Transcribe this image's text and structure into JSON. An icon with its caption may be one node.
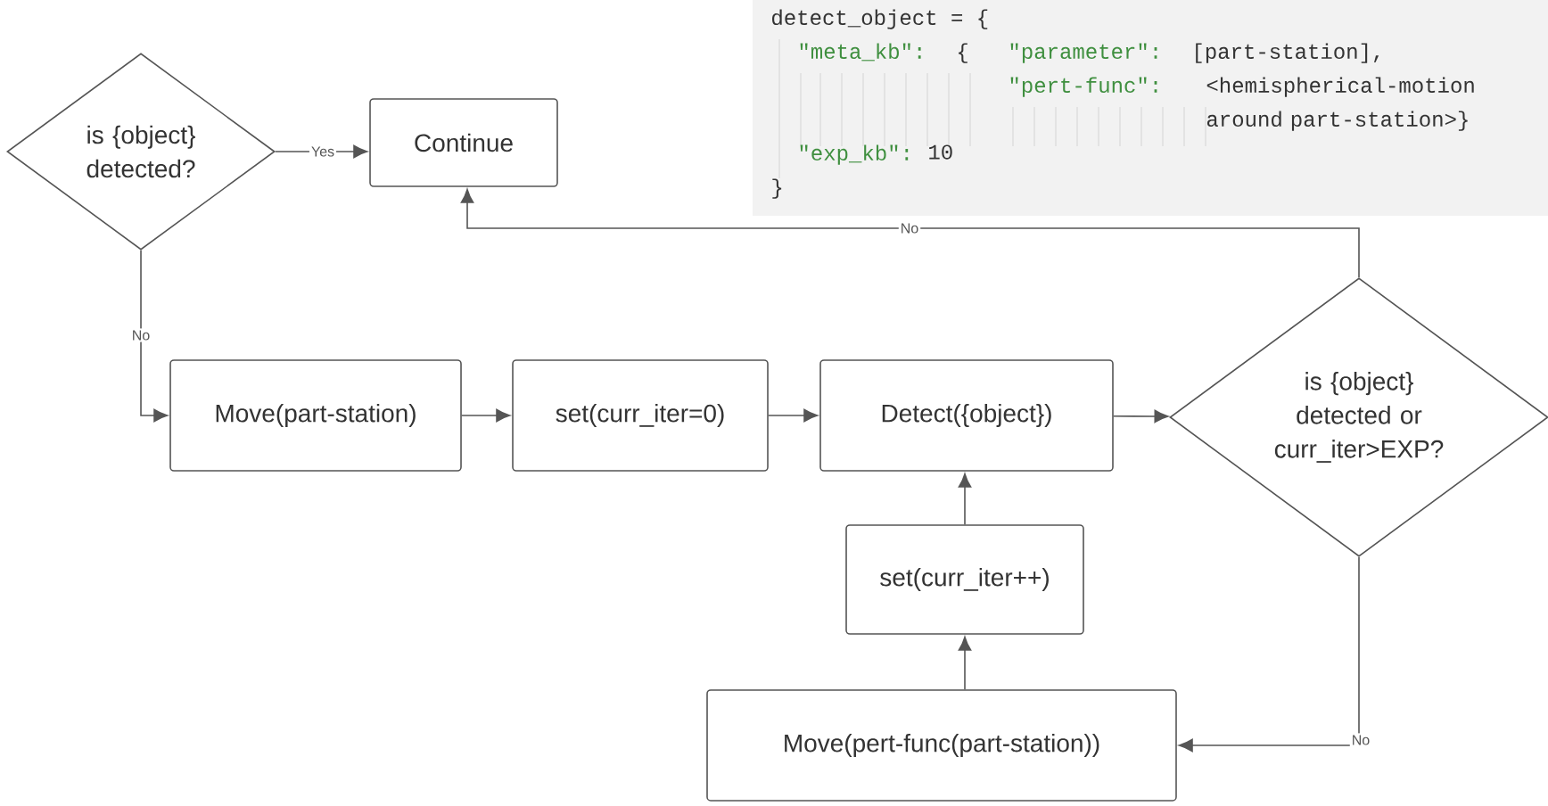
{
  "diagram": {
    "nodes": [
      {
        "text": [
          "is {object} detected?"
        ]
      },
      {
        "text": [
          "Continue"
        ]
      },
      {
        "text": [
          "Move(part-station)"
        ]
      },
      {
        "text": [
          "set(curr_iter=0)"
        ]
      },
      {
        "text": [
          "Detect({object})"
        ]
      },
      {
        "text": [
          "is {object} detected or curr_iter>EXP?"
        ]
      },
      {
        "text": [
          "set(curr_iter++)"
        ]
      },
      {
        "text": [
          "Move(pert-func(part-station))"
        ]
      }
    ],
    "edges": [
      {
        "from": 0,
        "to": 1,
        "arrow": "to",
        "label": "Yes"
      },
      {
        "from": 0,
        "to": 2,
        "arrow": "to",
        "label": "No"
      },
      {
        "from": 2,
        "to": 3,
        "arrow": "to"
      },
      {
        "from": 3,
        "to": 4,
        "arrow": "to"
      },
      {
        "from": 4,
        "to": 5,
        "arrow": "to"
      },
      {
        "from": 5,
        "to": 1,
        "arrow": "to",
        "label": "No"
      },
      {
        "from": 5,
        "to": 7,
        "arrow": "to",
        "label": "No"
      },
      {
        "from": 7,
        "to": 6,
        "arrow": "to"
      },
      {
        "from": 6,
        "to": 4,
        "arrow": "to"
      }
    ],
    "labels": [
      "detect_object = {",
      "\"meta_kb\":",
      "{",
      "\"parameter\":",
      "[part-station],",
      "\"pert-func\":",
      "<hemispherical-motion around part-station>}",
      "\"exp_kb\":",
      "10",
      "}"
    ]
  }
}
